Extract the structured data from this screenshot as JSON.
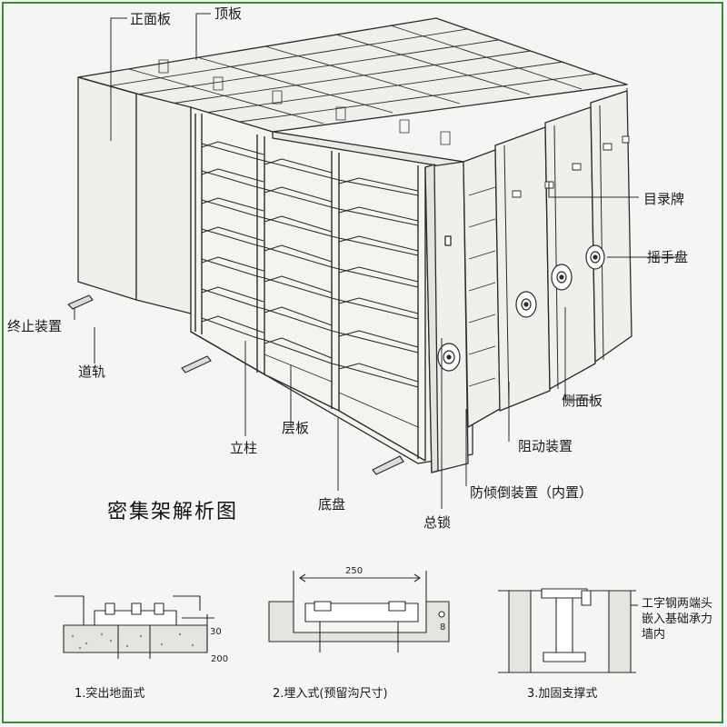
{
  "title": "密集架解析图",
  "labels": {
    "zhengmianban": "正面板",
    "dingban": "顶板",
    "mulupai": "目录牌",
    "yaoshoupan": "摇手盘",
    "zhongzhizhuangzhi": "终止装置",
    "daogui": "道轨",
    "cemianban": "侧面板",
    "lizhu": "立柱",
    "cengban": "层板",
    "zudongzhuangzhi": "阻动装置",
    "dipan": "底盘",
    "fangqingdao": "防倾倒装置（内置）",
    "zongsuo": "总锁"
  },
  "install": {
    "cap1": "1.突出地面式",
    "cap2": "2.埋入式(预留沟尺寸)",
    "cap3": "3.加固支撑式",
    "dim_250": "250",
    "dim_30": "30",
    "dim_200": "200",
    "dim_8": "8",
    "note": "工字钢两端头嵌入基础承力墙内"
  },
  "colors": {
    "line": "#2b2b2b",
    "panel": "#eef0ec",
    "background": "#f4f6f3",
    "frame": "#3a8a3a"
  }
}
